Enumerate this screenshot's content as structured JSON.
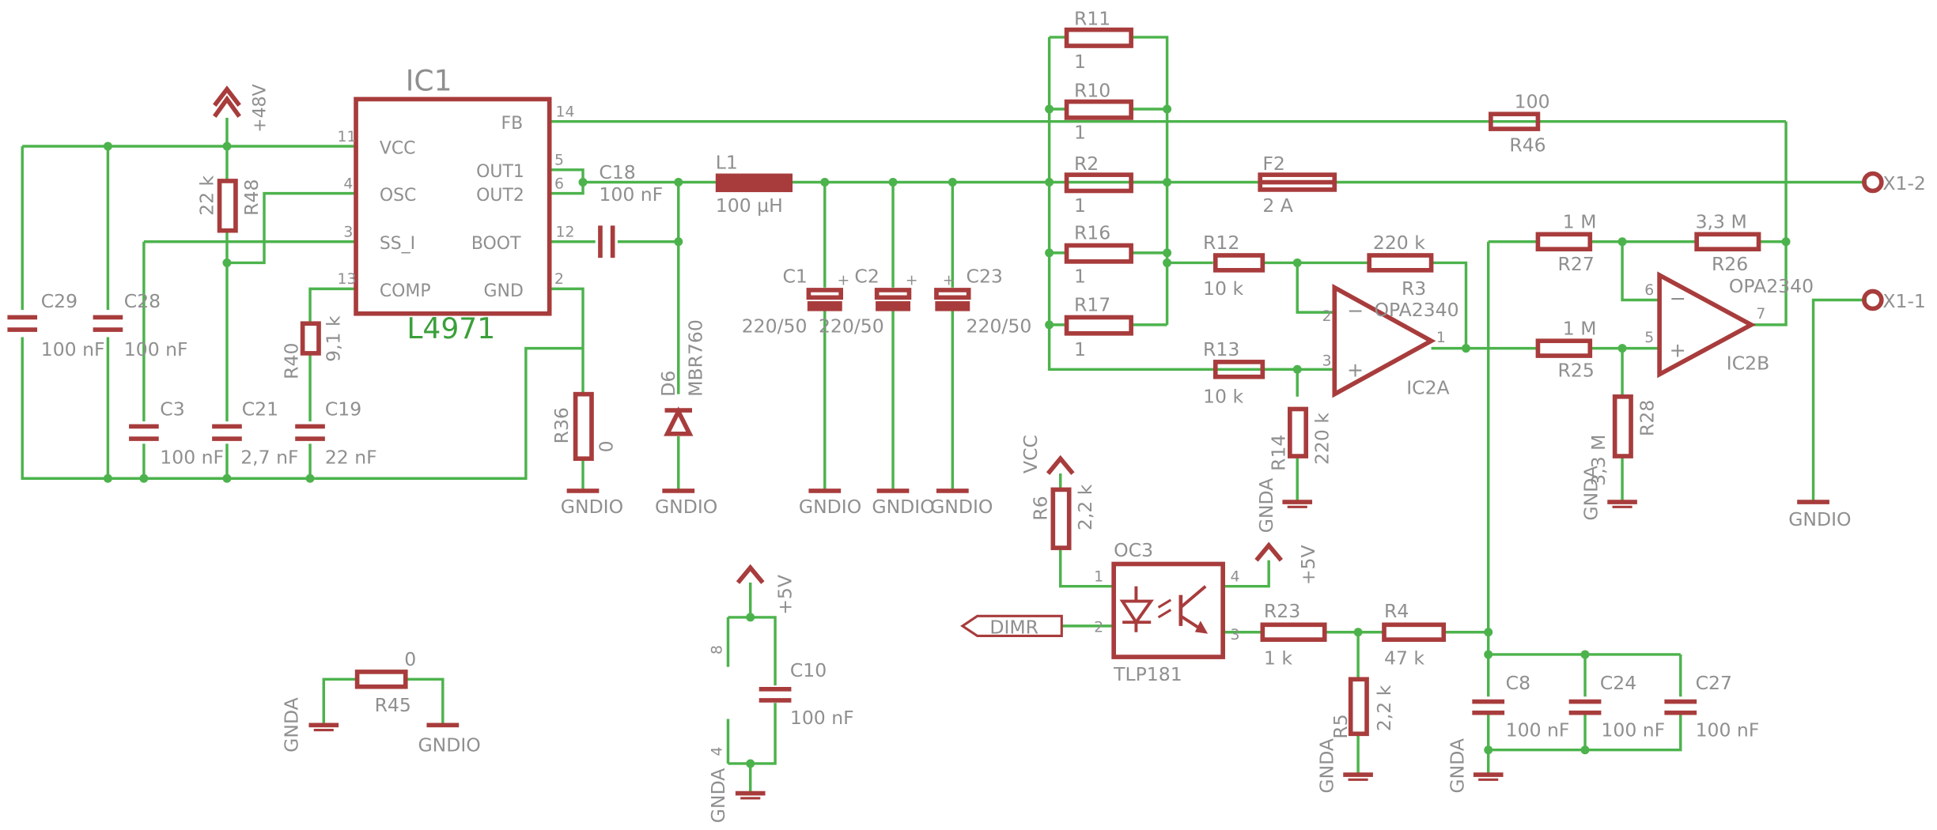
{
  "components": {
    "ic1": {
      "name": "IC1",
      "value": "L4971",
      "pins_left": [
        {
          "num": "11",
          "label": "VCC"
        },
        {
          "num": "4",
          "label": "OSC"
        },
        {
          "num": "3",
          "label": "SS_I"
        },
        {
          "num": "13",
          "label": "COMP"
        }
      ],
      "pins_right": [
        {
          "num": "14",
          "label": "FB"
        },
        {
          "num": "5",
          "label": "OUT1"
        },
        {
          "num": "6",
          "label": "OUT2"
        },
        {
          "num": "12",
          "label": "BOOT"
        },
        {
          "num": "2",
          "label": "GND"
        }
      ]
    },
    "c29": {
      "name": "C29",
      "value": "100 nF"
    },
    "c28": {
      "name": "C28",
      "value": "100 nF"
    },
    "c3": {
      "name": "C3",
      "value": "100 nF"
    },
    "c21": {
      "name": "C21",
      "value": "2,7 nF"
    },
    "c19": {
      "name": "C19",
      "value": "22 nF"
    },
    "r48": {
      "name": "R48",
      "value": "22 k"
    },
    "r40": {
      "name": "R40",
      "value": "9,1 k"
    },
    "r36": {
      "name": "R36",
      "value": "0"
    },
    "c18": {
      "name": "C18",
      "value": "100 nF"
    },
    "l1": {
      "name": "L1",
      "value": "100 µH"
    },
    "d6": {
      "name": "D6",
      "value": "MBR760"
    },
    "c1": {
      "name": "C1",
      "value": "220/50"
    },
    "c2": {
      "name": "C2",
      "value": "220/50"
    },
    "c23": {
      "name": "C23",
      "value": "220/50"
    },
    "r11": {
      "name": "R11",
      "value": "1"
    },
    "r10": {
      "name": "R10",
      "value": "1"
    },
    "r2": {
      "name": "R2",
      "value": "1"
    },
    "r16": {
      "name": "R16",
      "value": "1"
    },
    "r17": {
      "name": "R17",
      "value": "1"
    },
    "f2": {
      "name": "F2",
      "value": "2 A"
    },
    "r46": {
      "name": "R46",
      "value": "100"
    },
    "r12": {
      "name": "R12",
      "value": "10 k"
    },
    "r3": {
      "name": "R3",
      "value": "220 k"
    },
    "r13": {
      "name": "R13",
      "value": "10 k"
    },
    "r14": {
      "name": "R14",
      "value": "220 k"
    },
    "ic2a": {
      "name": "IC2A",
      "value": "OPA2340",
      "pin_in_minus": "2",
      "pin_in_plus": "3",
      "pin_out": "1"
    },
    "ic2b": {
      "name": "IC2B",
      "value": "OPA2340",
      "pin_in_minus": "6",
      "pin_in_plus": "5",
      "pin_out": "7"
    },
    "r27": {
      "name": "R27",
      "value": "1 M"
    },
    "r26": {
      "name": "R26",
      "value": "3,3 M"
    },
    "r25": {
      "name": "R25",
      "value": "1 M"
    },
    "r28": {
      "name": "R28",
      "value": "3,3 M"
    },
    "r6": {
      "name": "R6",
      "value": "2,2 k"
    },
    "oc3": {
      "name": "OC3",
      "value": "TLP181",
      "pins": [
        "1",
        "2",
        "3",
        "4"
      ]
    },
    "r23": {
      "name": "R23",
      "value": "1 k"
    },
    "r4": {
      "name": "R4",
      "value": "47 k"
    },
    "r5": {
      "name": "R5",
      "value": "2,2 k"
    },
    "c8": {
      "name": "C8",
      "value": "100 nF"
    },
    "c24": {
      "name": "C24",
      "value": "100 nF"
    },
    "c27": {
      "name": "C27",
      "value": "100 nF"
    },
    "r45": {
      "name": "R45",
      "value": "0"
    },
    "c10": {
      "name": "C10",
      "value": "100 nF",
      "pin_top": "8",
      "pin_bottom": "4"
    }
  },
  "nets": {
    "v48": "+48V",
    "v5": "+5V",
    "vcc": "VCC",
    "gndio": "GNDIO",
    "gnda": "GNDA",
    "dimr": "DIMR"
  },
  "connectors": {
    "x1_2": "X1-2",
    "x1_1": "X1-1"
  },
  "colors": {
    "wire": "#4cb34c",
    "symbol": "#a83c3c",
    "text": "#8f8f8f",
    "value_text": "#3aa03a",
    "background": "#ffffff"
  }
}
